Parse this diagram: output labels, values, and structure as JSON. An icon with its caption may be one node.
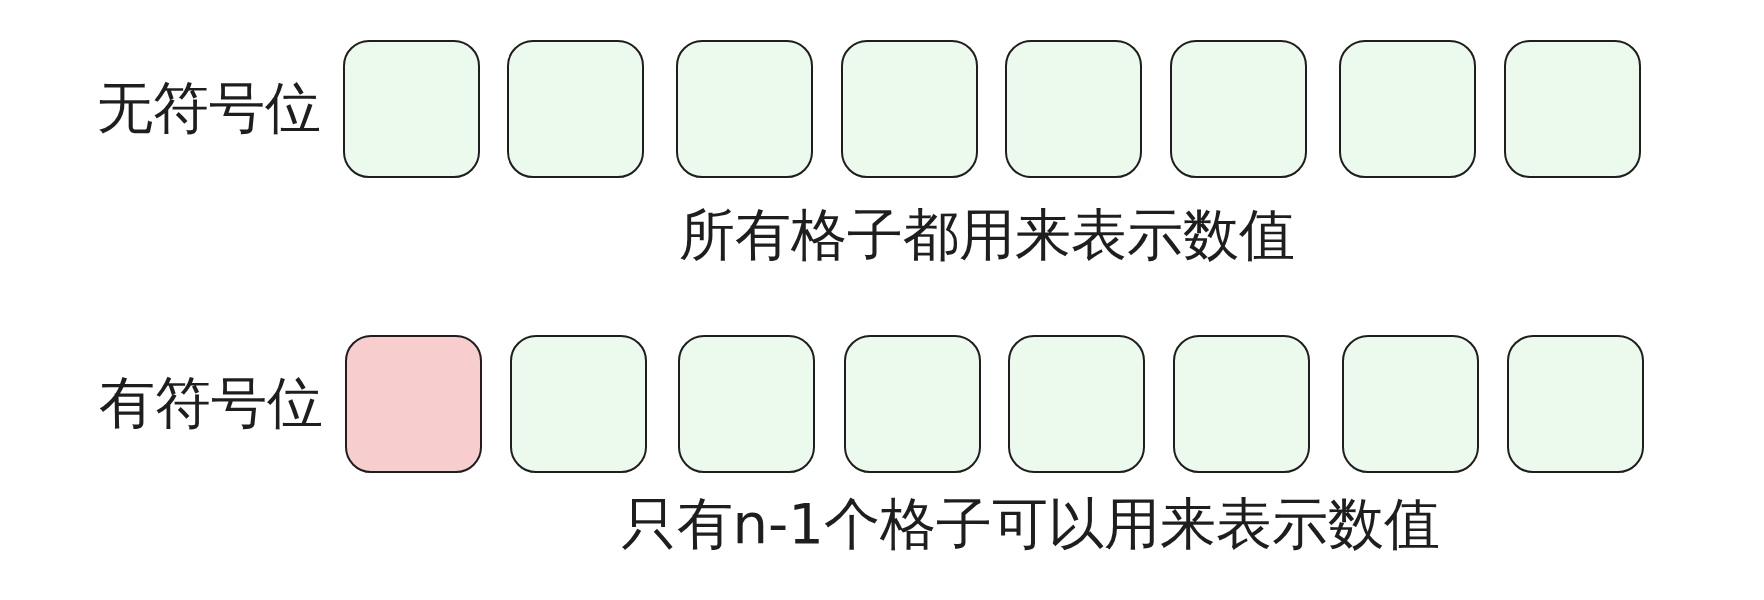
{
  "diagram": {
    "nodes": [
      {
        "text": [],
        "shape": "box"
      },
      {
        "text": [],
        "shape": "box"
      },
      {
        "text": [],
        "shape": "box"
      },
      {
        "text": [],
        "shape": "box"
      },
      {
        "text": [],
        "shape": "box"
      },
      {
        "text": [],
        "shape": "box"
      },
      {
        "text": [],
        "shape": "box"
      },
      {
        "text": [],
        "shape": "box"
      },
      {
        "text": [],
        "shape": "box"
      },
      {
        "text": [],
        "shape": "box"
      },
      {
        "text": [],
        "shape": "box"
      },
      {
        "text": [],
        "shape": "box"
      },
      {
        "text": [],
        "shape": "box"
      },
      {
        "text": [],
        "shape": "box"
      },
      {
        "text": [],
        "shape": "box"
      },
      {
        "text": [],
        "shape": "box"
      }
    ],
    "labels": [
      "无符号位",
      "所有格子都用来表示数值",
      "有符号位",
      "只有n-1个格子可以用来表示数值"
    ]
  }
}
